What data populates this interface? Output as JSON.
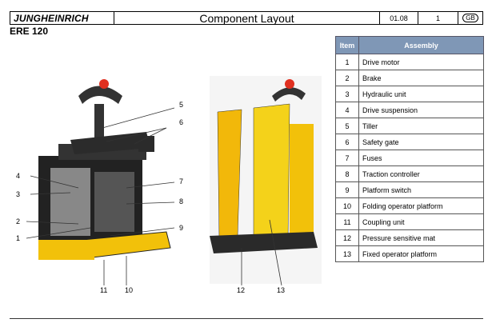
{
  "header": {
    "brand": "JUNGHEINRICH",
    "title": "Component Layout",
    "edition": "01.08",
    "page": "1",
    "language": "GB"
  },
  "model": "ERE 120",
  "table": {
    "headers": [
      "Item",
      "Assembly"
    ],
    "rows": [
      [
        "1",
        "Drive motor"
      ],
      [
        "2",
        "Brake"
      ],
      [
        "3",
        "Hydraulic unit"
      ],
      [
        "4",
        "Drive suspension"
      ],
      [
        "5",
        "Tiller"
      ],
      [
        "6",
        "Safety gate"
      ],
      [
        "7",
        "Fuses"
      ],
      [
        "8",
        "Traction controller"
      ],
      [
        "9",
        "Platform switch"
      ],
      [
        "10",
        "Folding operator platform"
      ],
      [
        "11",
        "Coupling unit"
      ],
      [
        "12",
        "Pressure sensitive mat"
      ],
      [
        "13",
        "Fixed operator platform"
      ]
    ]
  },
  "callouts_left": [
    "1",
    "2",
    "3",
    "4",
    "5",
    "6",
    "7",
    "8",
    "9",
    "10",
    "11"
  ],
  "callouts_right": [
    "12",
    "13"
  ]
}
